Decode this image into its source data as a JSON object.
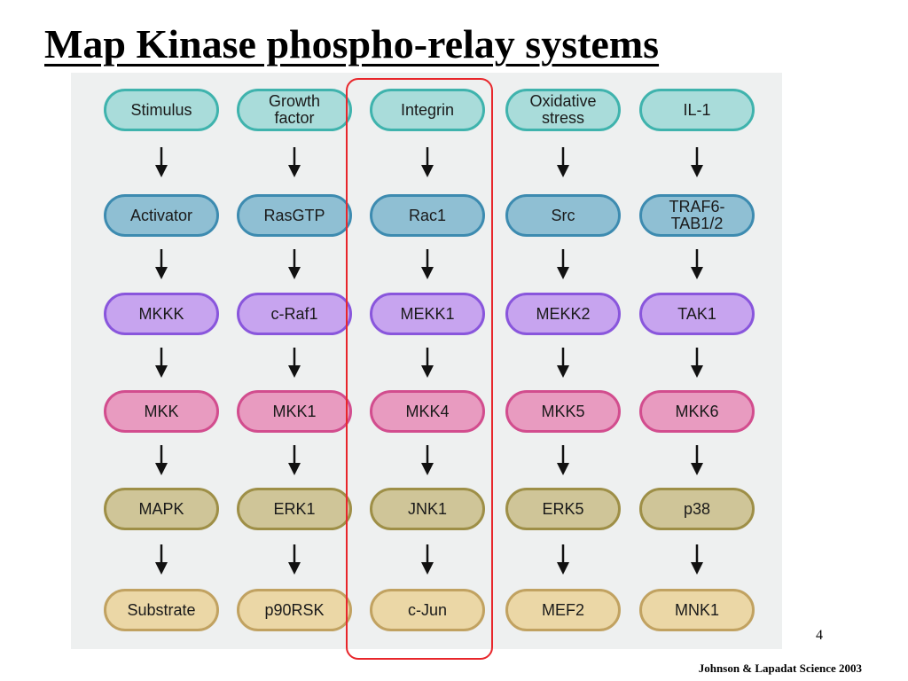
{
  "title": "Map Kinase phospho-relay systems",
  "page_number": "4",
  "citation": "Johnson & Lapadat  Science 2003",
  "tiers": [
    {
      "name": "stimulus",
      "fill": "#a9dcda",
      "border": "#3fb3ad"
    },
    {
      "name": "activator",
      "fill": "#8fbfd3",
      "border": "#3d8bb0"
    },
    {
      "name": "mkkk",
      "fill": "#c7a4ef",
      "border": "#8956dc"
    },
    {
      "name": "mkk",
      "fill": "#e89bc0",
      "border": "#d24d8e"
    },
    {
      "name": "mapk",
      "fill": "#cfc598",
      "border": "#9e8f47"
    },
    {
      "name": "substrate",
      "fill": "#ebd7a6",
      "border": "#c1a261"
    }
  ],
  "pathways": [
    {
      "id": "generic",
      "nodes": [
        "Stimulus",
        "Activator",
        "MKKK",
        "MKK",
        "MAPK",
        "Substrate"
      ]
    },
    {
      "id": "erk1",
      "nodes": [
        "Growth\nfactor",
        "RasGTP",
        "c-Raf1",
        "MKK1",
        "ERK1",
        "p90RSK"
      ]
    },
    {
      "id": "jnk1",
      "nodes": [
        "Integrin",
        "Rac1",
        "MEKK1",
        "MKK4",
        "JNK1",
        "c-Jun"
      ]
    },
    {
      "id": "erk5",
      "nodes": [
        "Oxidative\nstress",
        "Src",
        "MEKK2",
        "MKK5",
        "ERK5",
        "MEF2"
      ]
    },
    {
      "id": "p38",
      "nodes": [
        "IL-1",
        "TRAF6-\nTAB1/2",
        "TAK1",
        "MKK6",
        "p38",
        "MNK1"
      ]
    }
  ]
}
